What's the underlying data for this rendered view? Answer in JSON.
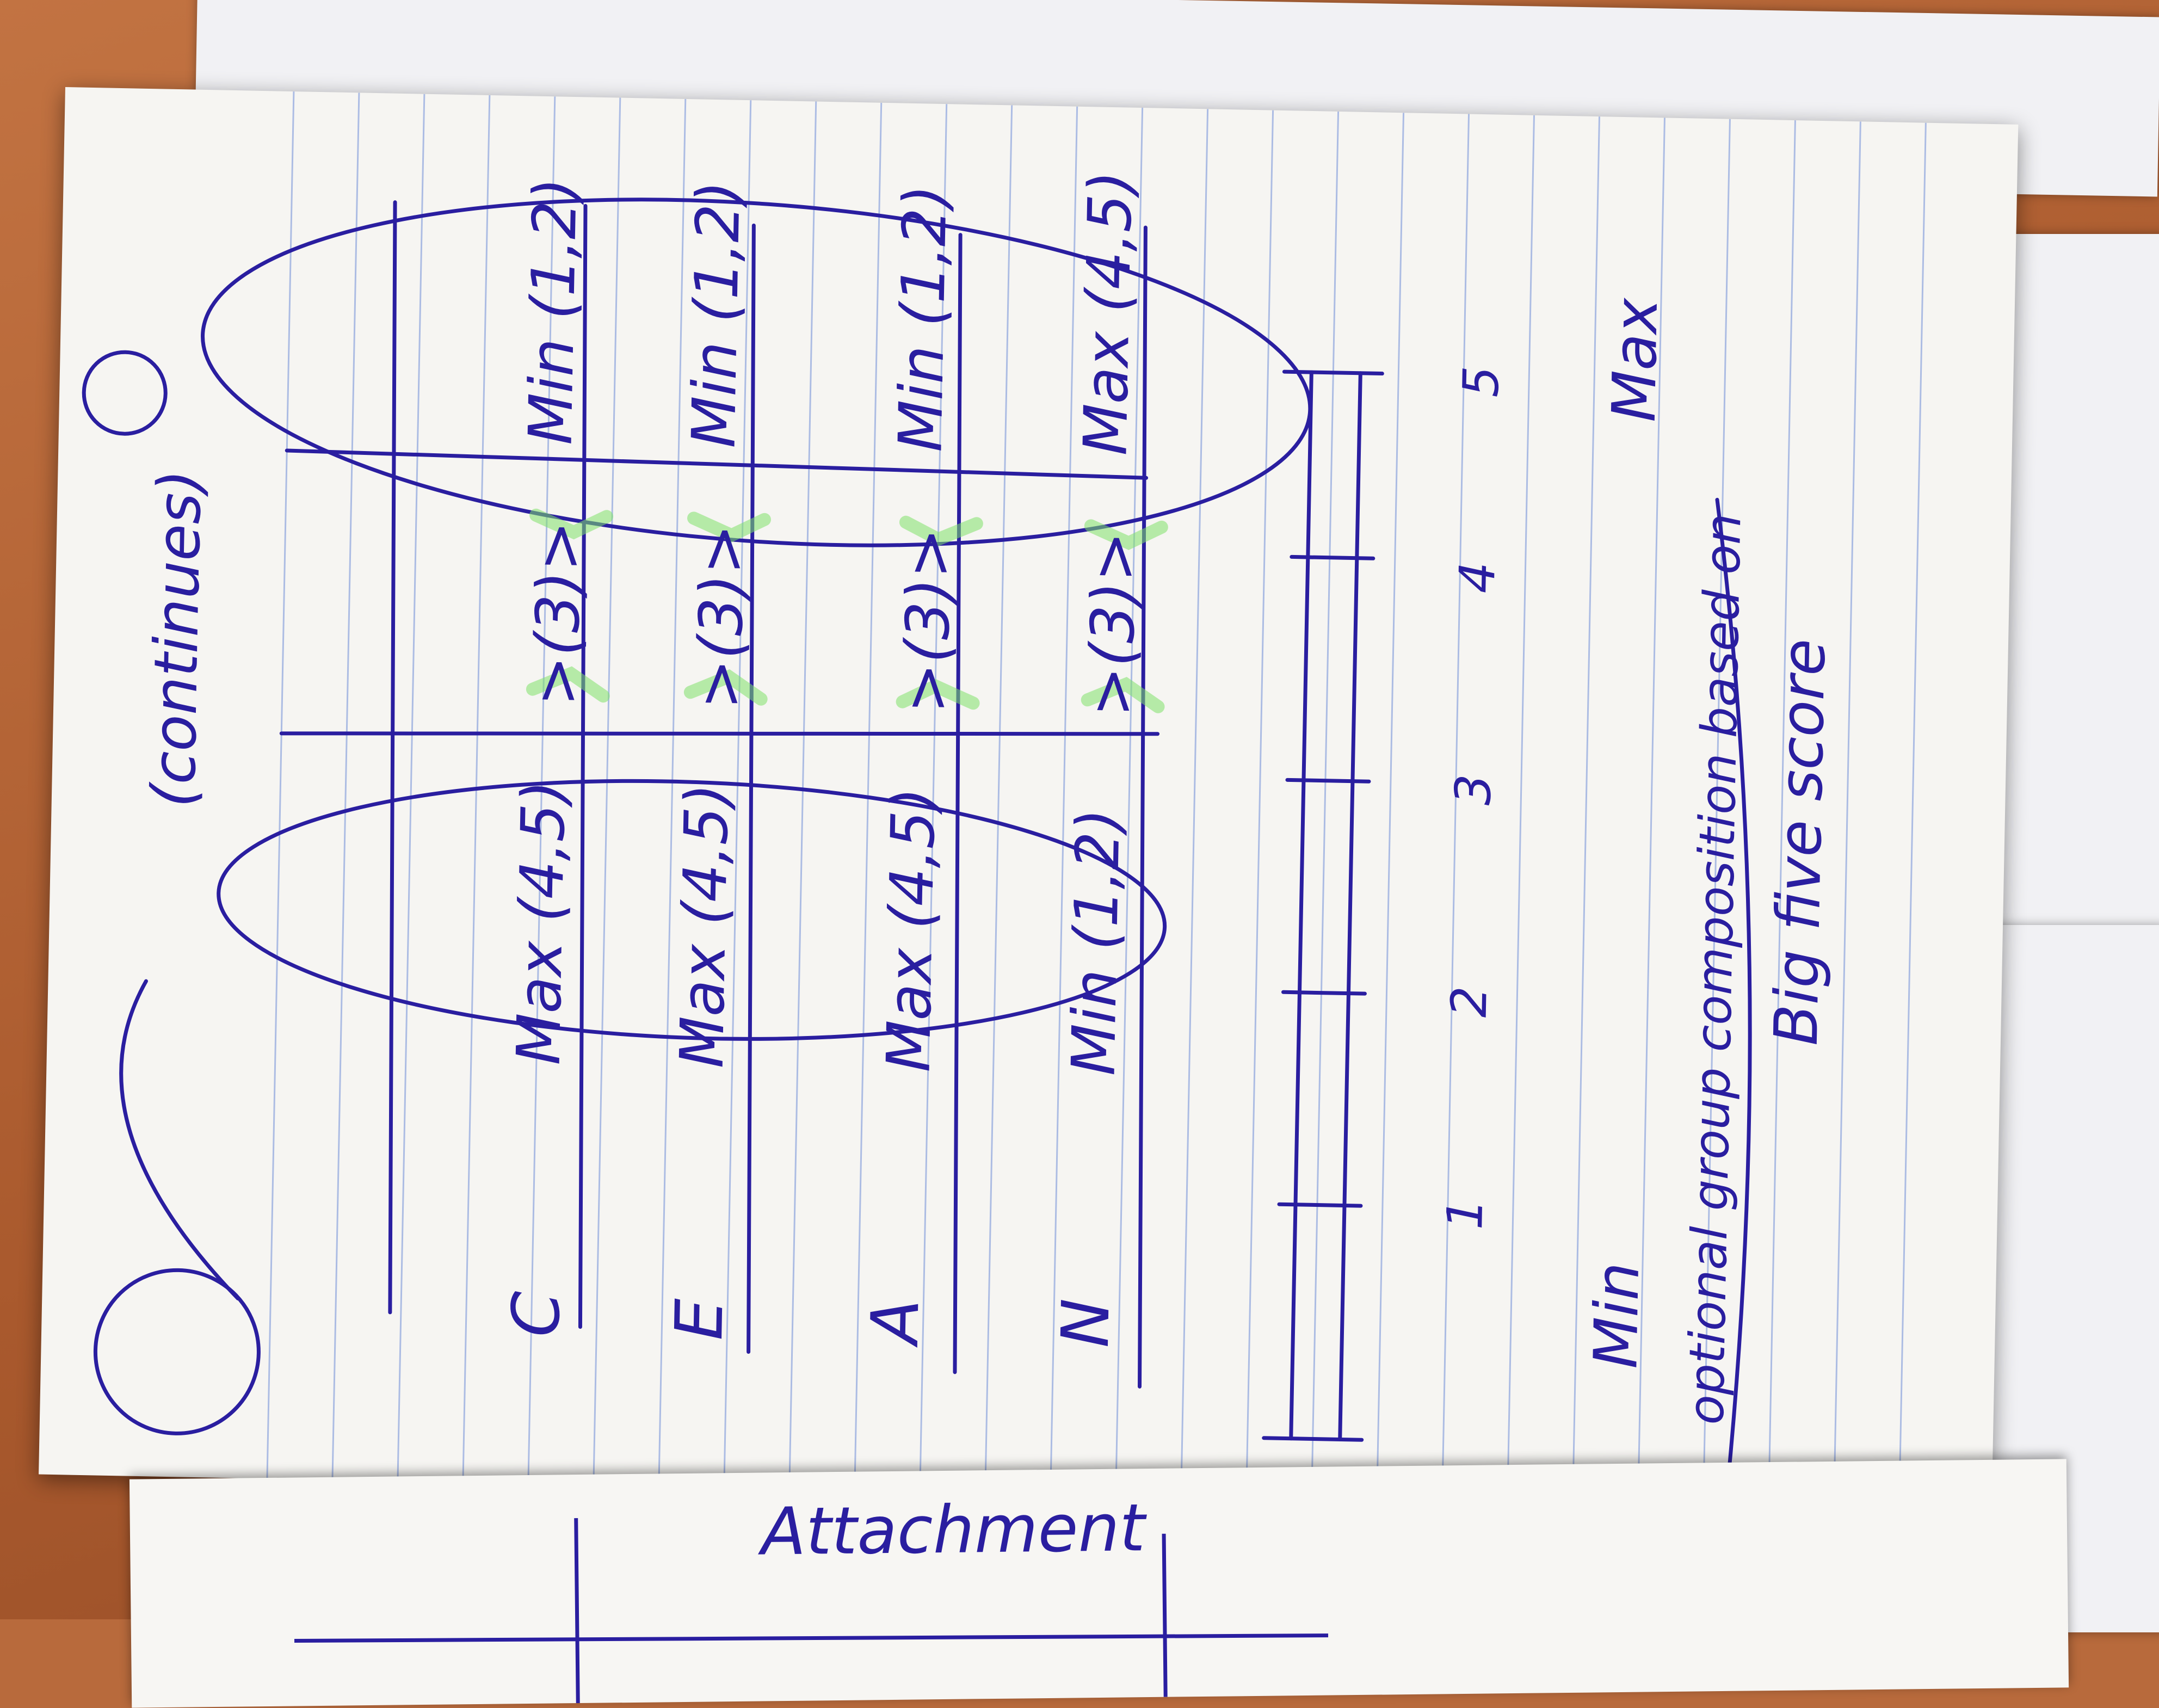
{
  "notes": {
    "heading": "(continues)",
    "column_labels": [
      "C",
      "E",
      "A",
      "N"
    ],
    "rows": [
      {
        "left": "Max (4,5)",
        "relation": ">(3)>",
        "right": "Min (1,2)"
      },
      {
        "left": "Max (4,5)",
        "relation": ">(3)>",
        "right": "Min (1,2)"
      },
      {
        "left": "Max (4,5)",
        "relation": ">(3)>",
        "right": "Min (1,2)"
      },
      {
        "left": "Min (1,2)",
        "relation": ">(3)>",
        "right": "Max (4,5)"
      }
    ],
    "scale": {
      "ticks": [
        "1",
        "2",
        "3",
        "4",
        "5"
      ],
      "min_label": "Min",
      "max_label": "Max"
    },
    "footnote_line1": "optional group composition based on",
    "footnote_line2": "Big five score",
    "bottom_page_title": "Attachment"
  },
  "colors": {
    "ink": "#2a1ea0",
    "highlight": "#7fe06a",
    "paper": "#f6f5f2",
    "ruling": "#9aaee0"
  }
}
